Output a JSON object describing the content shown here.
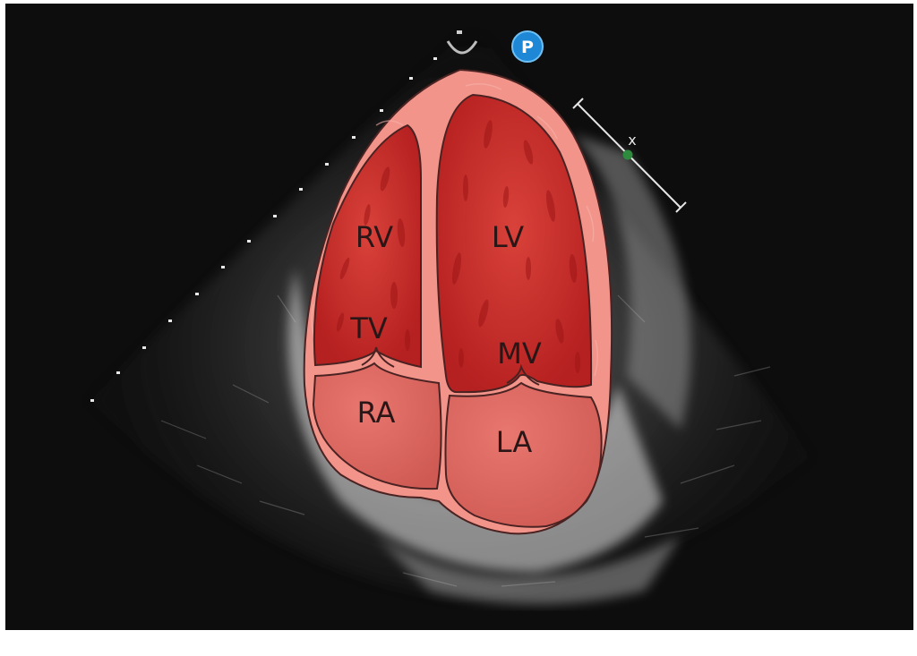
{
  "labels": {
    "rv": "RV",
    "lv": "LV",
    "tv": "TV",
    "mv": "MV",
    "ra": "RA",
    "la": "LA"
  },
  "badge": {
    "letter": "P",
    "color": "#1e88d6"
  },
  "calliper": {
    "mark": "x"
  },
  "colors": {
    "background": "#0d0d0d",
    "myocardium": "#f2948a",
    "myocardium_outline": "#4a2222",
    "ventricle_blood": "#c82a2a",
    "atrium": "#e0706a",
    "marker_dot": "#2e8b3e"
  }
}
